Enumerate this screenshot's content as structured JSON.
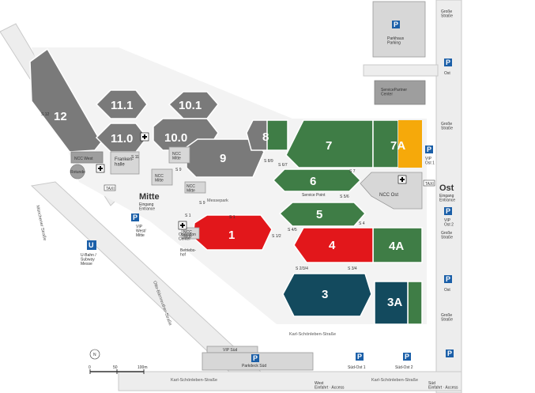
{
  "halls": {
    "h1": "1",
    "h3": "3",
    "h3a": "3A",
    "h4": "4",
    "h4a": "4A",
    "h5": "5",
    "h6": "6",
    "h7": "7",
    "h7a": "7A",
    "h8": "8",
    "h9": "9",
    "h10_0": "10.0",
    "h10_1": "10.1",
    "h11_0": "11.0",
    "h11_1": "11.1",
    "h12": "12"
  },
  "buildings": {
    "franken_halle": "Franken-\nhalle",
    "ncc_west": "NCC West",
    "rotunde": "Rotunde",
    "ncc_mitte_a": "NCC\nMitte",
    "ncc_mitte_b": "NCC\nMitte",
    "ncc_mitte_c": "NCC\nMitte",
    "ncc_mitte_d": "NCC\nMitte",
    "ncc_ost": "NCC Ost",
    "service_partner": "ServicePartner\nCenter",
    "parkhaus": "Parkhaus\nParking",
    "operation_center": "Betriebs-\nhof",
    "op_center_label": "Operation\nCenter",
    "vip_sued": "VIP Süd",
    "parkdeck_sued": "Parkdeck Süd",
    "messepark": "Messepark",
    "service_point": "Service Point"
  },
  "entrances": {
    "mitte_title": "Mitte",
    "mitte_sub": "Eingang\nEntrance",
    "ost_title": "Ost",
    "ost_sub": "Eingang\nEntrance",
    "west_access": "West\nEinfahrt · Access",
    "sued_access": "Süd\nEinfahrt · Access"
  },
  "passages": [
    "S 12",
    "S 11",
    "S 9",
    "S 8/9",
    "S 6/7",
    "S 7",
    "S 5/6",
    "S 4",
    "S 4/5",
    "S 1/2",
    "S 1",
    "S 1",
    "S 2/3/4",
    "S 3/4",
    "S 9"
  ],
  "roads": {
    "muenchener": "Münchener Straße",
    "otto_baer": "Otto-Bärnreuther-Straße",
    "karl_schoenleben_a": "Karl-Schönleben-Straße",
    "karl_schoenleben_b": "Karl-Schönleben-Straße",
    "karl_schoenleben_c": "Karl-Schönleben-Straße",
    "grosse_strasse_1": "Große\nStraße",
    "grosse_strasse_2": "Große\nStraße",
    "grosse_strasse_3": "Große\nStraße",
    "grosse_strasse_4": "Große\nStraße"
  },
  "parking": {
    "p_symbol": "P",
    "vip_west": "VIP\nWest/\nMitte",
    "vip_ost1": "VIP\nOst 1",
    "vip_ost2": "VIP\nOst 2",
    "ost": "Ost",
    "ost_b": "Ost",
    "sued_ost1": "Süd-Ost 1",
    "sued_ost2": "Süd-Ost 2"
  },
  "ubahn": {
    "symbol": "U",
    "label": "U-Bahn /\nSubway\nMesse"
  },
  "taxi": "TAXI",
  "scale": {
    "zero": "0",
    "fifty": "50",
    "hundred": "100m",
    "north": "N"
  },
  "colors": {
    "grey": "#7a7a7a",
    "green": "#3f7d46",
    "red": "#e2171b",
    "navy": "#134a5e",
    "yellow": "#f6a90a",
    "parking_blue": "#1b5fa8"
  }
}
